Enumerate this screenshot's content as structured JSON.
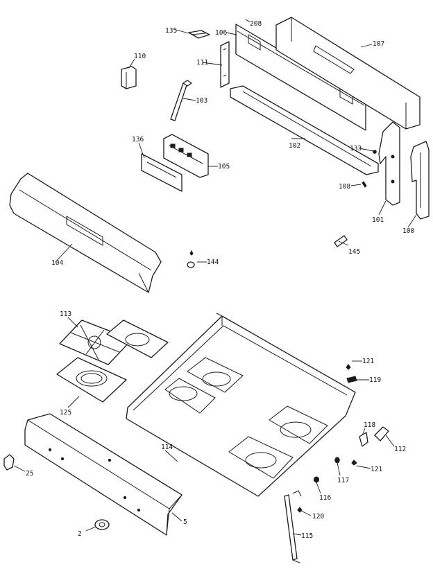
{
  "labels": {
    "p135": "135",
    "p106": "106",
    "p208": "208",
    "p107": "107",
    "p110": "110",
    "p111": "111",
    "p103": "103",
    "p136": "136",
    "p105": "105",
    "p102": "102",
    "p133": "133",
    "p108": "108",
    "p101": "101",
    "p100": "100",
    "p104": "104",
    "p144": "144",
    "p145": "145",
    "p113": "113",
    "p125": "125",
    "p121a": "121",
    "p119": "119",
    "p118": "118",
    "p112": "112",
    "p121b": "121",
    "p117": "117",
    "p116": "116",
    "p120": "120",
    "p115": "115",
    "p114": "114",
    "p25": "25",
    "p5": "5",
    "p2": "2"
  }
}
